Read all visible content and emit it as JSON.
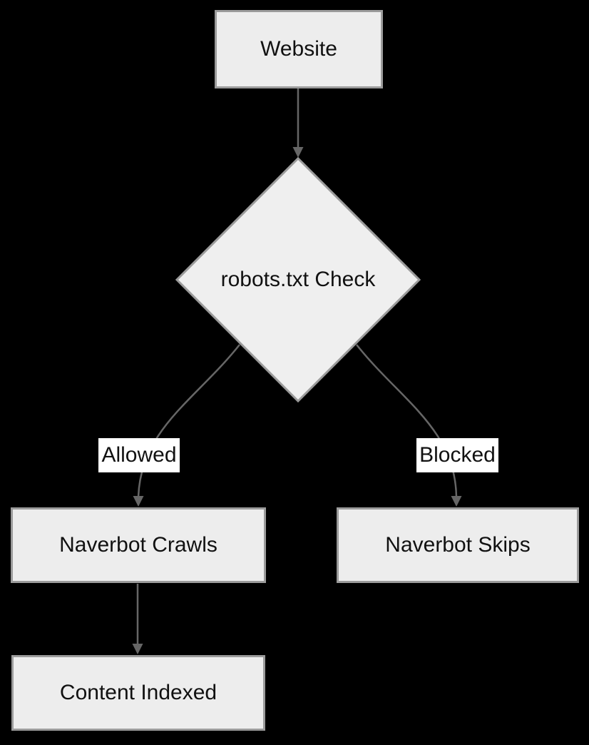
{
  "diagram": {
    "type": "flowchart",
    "background_color": "#000000",
    "node_fill_color": "#EDEDED",
    "node_border_color": "#9B9B9B",
    "edge_color": "#666666",
    "text_color": "#111111",
    "edge_label_background": "#FFFFFF",
    "nodes": {
      "website": {
        "label": "Website",
        "shape": "rectangle"
      },
      "robots_check": {
        "label": "robots.txt Check",
        "shape": "diamond"
      },
      "naverbot_crawls": {
        "label": "Naverbot Crawls",
        "shape": "rectangle"
      },
      "naverbot_skips": {
        "label": "Naverbot Skips",
        "shape": "rectangle"
      },
      "content_indexed": {
        "label": "Content Indexed",
        "shape": "rectangle"
      }
    },
    "edges": [
      {
        "from": "website",
        "to": "robots_check",
        "label": ""
      },
      {
        "from": "robots_check",
        "to": "naverbot_crawls",
        "label": "Allowed"
      },
      {
        "from": "robots_check",
        "to": "naverbot_skips",
        "label": "Blocked"
      },
      {
        "from": "naverbot_crawls",
        "to": "content_indexed",
        "label": ""
      }
    ],
    "edge_labels": {
      "allowed": "Allowed",
      "blocked": "Blocked"
    }
  }
}
